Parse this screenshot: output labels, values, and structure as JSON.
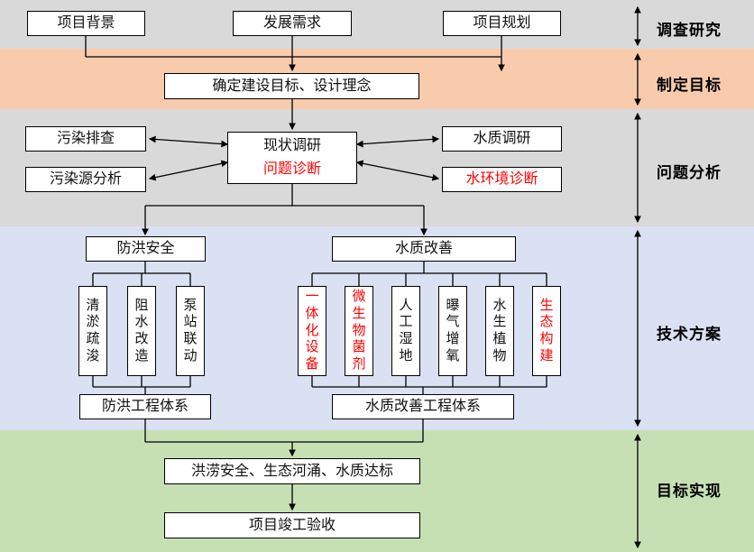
{
  "phases": [
    {
      "label": "调查研究"
    },
    {
      "label": "制定目标"
    },
    {
      "label": "问题分析"
    },
    {
      "label": "技术方案"
    },
    {
      "label": "目标实现"
    }
  ],
  "nodes": {
    "project_background": "项目背景",
    "development_needs": "发展需求",
    "project_planning": "项目规划",
    "construction_goal": "确定建设目标、设计理念",
    "pollution_screening": "污染排查",
    "pollution_source_analysis": "污染源分析",
    "status_survey": "现状调研",
    "problem_diagnosis": "问题诊断",
    "water_quality_survey": "水质调研",
    "water_env_diagnosis": "水环境诊断",
    "flood_safety": "防洪安全",
    "water_quality_improvement": "水质改善",
    "dredging": "清淤疏浚",
    "water_block_retrofit": "阻水改造",
    "pump_station_linkage": "泵站联动",
    "integrated_equipment": "一体化设备",
    "microbial_agent": "微生物菌剂",
    "constructed_wetland": "人工湿地",
    "aeration_oxygenation": "曝气增氧",
    "aquatic_plants": "水生植物",
    "ecological_construction": "生态构建",
    "flood_engineering_system": "防洪工程体系",
    "wq_engineering_system": "水质改善工程体系",
    "outcome": "洪涝安全、生态河涌、水质达标",
    "completion_acceptance": "项目竣工验收"
  },
  "colors": {
    "band_gray": "#d9d9d9",
    "band_orange": "#f8cbad",
    "band_blue": "#d9e1f2",
    "band_green": "#c6e0b4",
    "highlight_red": "#ff0000",
    "box_fill": "#ffffff",
    "box_border": "#000000"
  }
}
